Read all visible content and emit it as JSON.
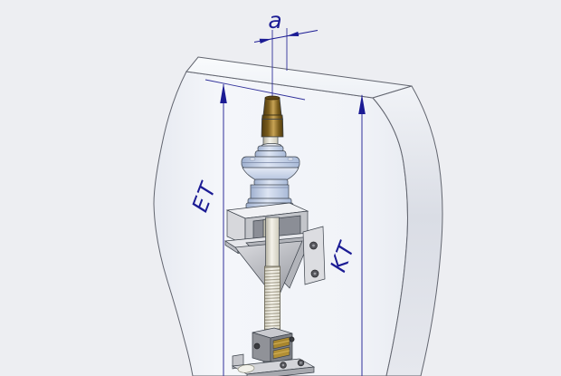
{
  "diagram": {
    "labels": {
      "dim_a": "a",
      "dim_et": "ET",
      "dim_kt": "KT"
    },
    "colors": {
      "dimension_blue": "#1b1b94",
      "background": "#edeef2",
      "wall_face": "#f3f5f9",
      "wall_edge": "#62656f",
      "brass": "#8a681f",
      "ivory_rod": "#efeee6",
      "valve_blue": "#ccd7ec",
      "metal_gray": "#cfd0d5"
    }
  }
}
